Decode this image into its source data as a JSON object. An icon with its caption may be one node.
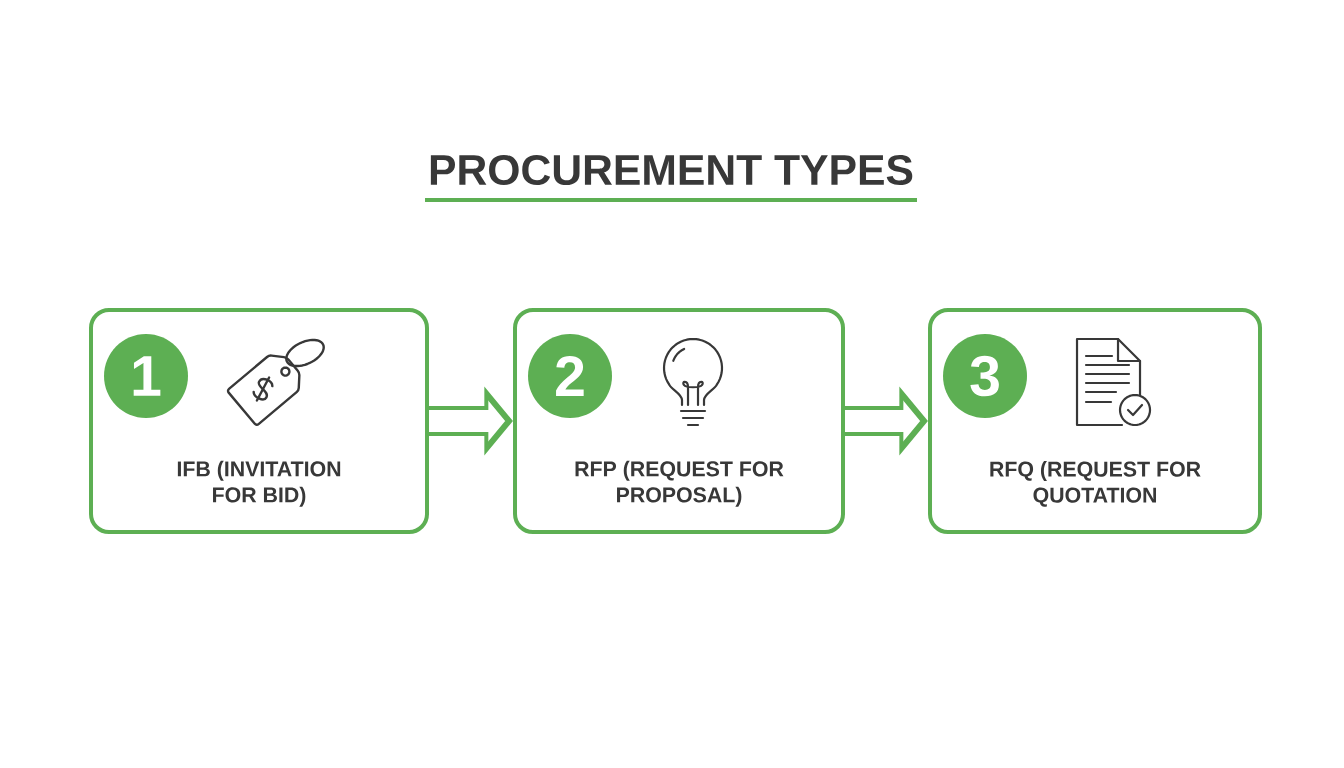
{
  "diagram": {
    "title": "PROCUREMENT TYPES",
    "nodes": [
      {
        "text": [
          "IFB (INVITATION FOR BID)"
        ]
      },
      {
        "text": [
          "1"
        ],
        "in": 0
      },
      {
        "text": [
          "RFP (REQUEST FOR PROPOSAL)"
        ]
      },
      {
        "text": [
          "2"
        ],
        "in": 2
      },
      {
        "text": [
          "RFQ (REQUEST FOR QUOTATION"
        ]
      },
      {
        "text": [
          "3"
        ],
        "in": 4
      }
    ],
    "edges": [
      {
        "from": 0,
        "to": 2,
        "arrow": "to"
      },
      {
        "from": 2,
        "to": 4,
        "arrow": "to"
      }
    ]
  }
}
